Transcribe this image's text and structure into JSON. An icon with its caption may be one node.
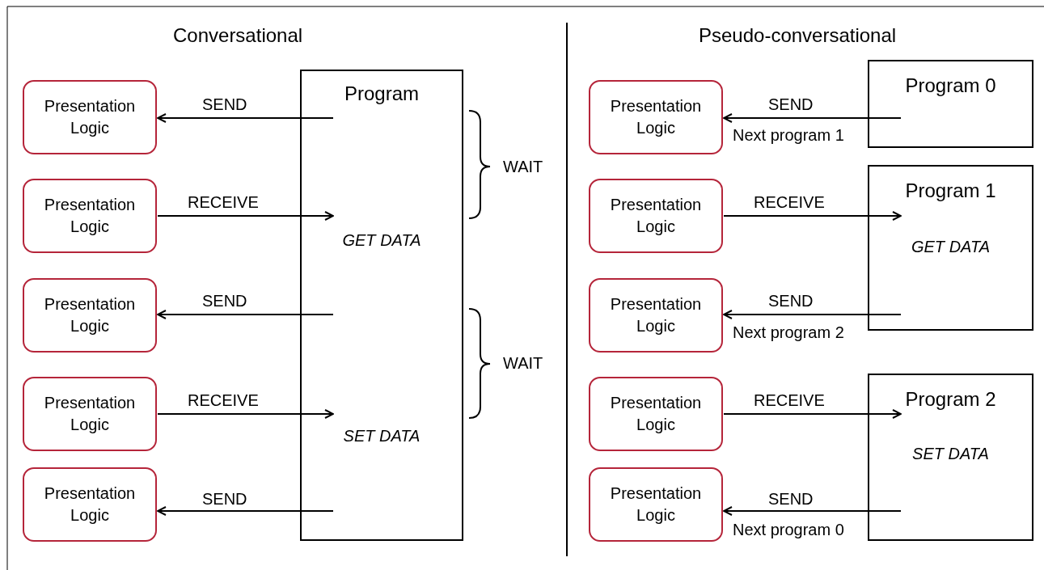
{
  "diagram": {
    "nodes": [
      {
        "text": [
          "Presentation Logic"
        ]
      },
      {
        "text": [
          "Presentation Logic"
        ]
      },
      {
        "text": [
          "Presentation Logic"
        ]
      },
      {
        "text": [
          "Presentation Logic"
        ]
      },
      {
        "text": [
          "Presentation Logic"
        ]
      },
      {
        "text": [
          "Program",
          "GET DATA",
          "SET DATA"
        ]
      },
      {
        "text": [
          "Presentation Logic"
        ]
      },
      {
        "text": [
          "Presentation Logic"
        ]
      },
      {
        "text": [
          "Presentation Logic"
        ]
      },
      {
        "text": [
          "Presentation Logic"
        ]
      },
      {
        "text": [
          "Presentation Logic"
        ]
      },
      {
        "text": [
          "Program 0"
        ]
      },
      {
        "text": [
          "Program 1",
          "GET DATA"
        ]
      },
      {
        "text": [
          "Program 2",
          "SET DATA"
        ]
      }
    ],
    "edges": [
      {
        "from": 5,
        "to": 0,
        "arrow": "to",
        "label": "SEND"
      },
      {
        "from": 1,
        "to": 5,
        "arrow": "to",
        "label": "RECEIVE"
      },
      {
        "from": 5,
        "to": 2,
        "arrow": "to",
        "label": "SEND"
      },
      {
        "from": 3,
        "to": 5,
        "arrow": "to",
        "label": "RECEIVE"
      },
      {
        "from": 5,
        "to": 4,
        "arrow": "to",
        "label": "SEND"
      },
      {
        "from": 11,
        "to": 6,
        "arrow": "to",
        "label": "SEND"
      },
      {
        "from": 7,
        "to": 12,
        "arrow": "to",
        "label": "RECEIVE"
      },
      {
        "from": 12,
        "to": 8,
        "arrow": "to",
        "label": "SEND"
      },
      {
        "from": 9,
        "to": 13,
        "arrow": "to",
        "label": "RECEIVE"
      },
      {
        "from": 13,
        "to": 10,
        "arrow": "to",
        "label": "SEND"
      }
    ],
    "labels": [
      "Conversational",
      "Pseudo-conversational",
      "WAIT",
      "Next program 1",
      "Next program 2",
      "WAIT",
      "Next program 0"
    ]
  }
}
